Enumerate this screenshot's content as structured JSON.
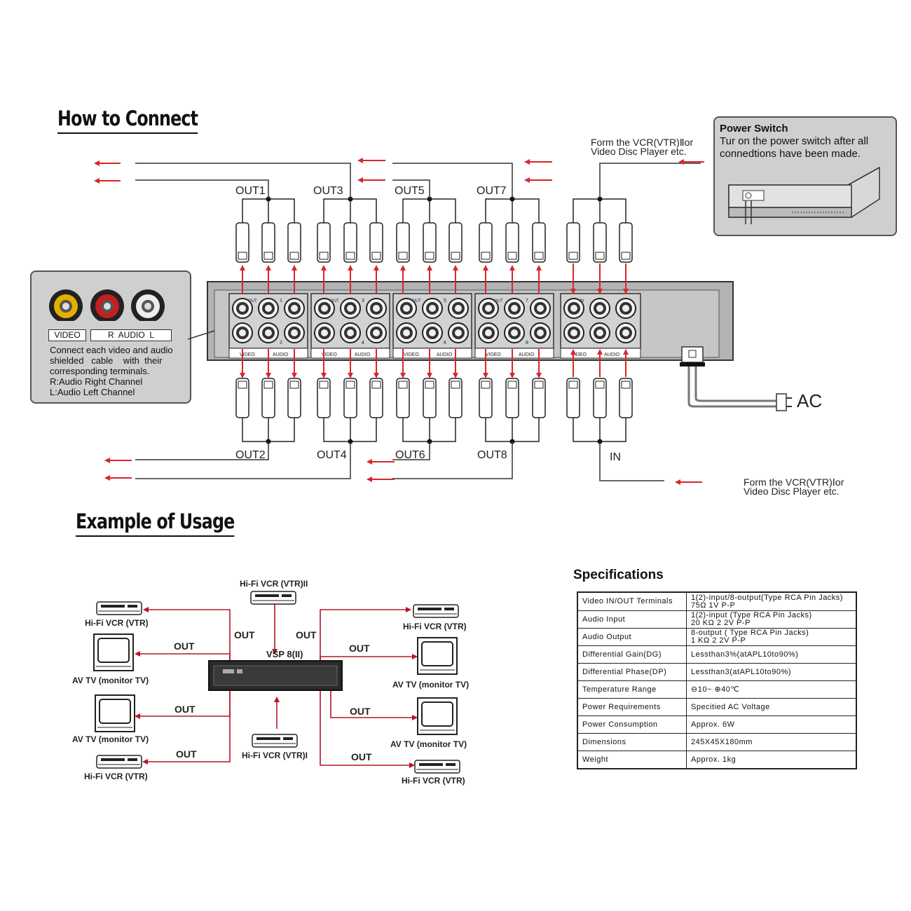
{
  "how_to_connect": {
    "title": "How to Connect",
    "outputs_top": [
      "OUT1",
      "OUT3",
      "OUT5",
      "OUT7"
    ],
    "outputs_bottom": [
      "OUT2",
      "OUT4",
      "OUT6",
      "OUT8"
    ],
    "input_label": "IN",
    "source_note_top": [
      "Form the VCR(VTR)Ⅱor",
      "Video Disc Player etc."
    ],
    "source_note_bottom": [
      "Form the VCR(VTR)Ⅰor",
      "Video Disc Player etc."
    ],
    "ac_label": "AC",
    "panel_labels": {
      "out": "OUT",
      "in": "IN",
      "video": "VIDEO",
      "audio": "AUDIO",
      "numbers": [
        "1",
        "2",
        "3",
        "4",
        "5",
        "6",
        "7",
        "8"
      ]
    },
    "terminal_callout": {
      "video_label": "VIDEO",
      "audio_label": "R  AUDIO  L",
      "lines": [
        "Connect each video and audio",
        "shielded   cable    with  their",
        "corresponding terminals.",
        "R:Audio Right Channel",
        "L:Audio Left Channel"
      ]
    },
    "power_callout": {
      "title": "Power Switch",
      "lines": [
        "Tur on the power switch after all",
        "connedtions have been made."
      ]
    }
  },
  "example_of_usage": {
    "title": "Example of Usage",
    "center_unit": "VSP 8(II)",
    "top_source": "Hi-Fi VCR (VTR)II",
    "bottom_source": "Hi-Fi VCR (VTR)I",
    "out_label": "OUT",
    "left_devices": [
      "Hi-Fi VCR (VTR)",
      "AV TV (monitor TV)",
      "AV TV (monitor TV)",
      "Hi-Fi VCR (VTR)"
    ],
    "right_devices": [
      "Hi-Fi VCR (VTR)",
      "AV TV (monitor TV)",
      "AV TV (monitor TV)",
      "Hi-Fi VCR (VTR)"
    ]
  },
  "specifications": {
    "title": "Specifications",
    "rows": [
      {
        "key": "Video IN/OUT Terminals",
        "value": "1(2)-input/8-output(Type RCA Pin Jacks)\n75Ω   1V P-P"
      },
      {
        "key": "Audio  Input",
        "value": "1(2)-input  (Type   RCA  Pin Jacks)\n20  KΩ  2  2V  P-P"
      },
      {
        "key": "Audio  Output",
        "value": "8-output ( Type   RCA  Pin  Jacks)\n1  KΩ   2  2V  P-P"
      },
      {
        "key": "Differential Gain(DG)",
        "value": "Lessthan3%(atAPL10to90%)"
      },
      {
        "key": "Differential Phase(DP)",
        "value": "Lessthan3(atAPL10to90%)"
      },
      {
        "key": "Temperature Range",
        "value": "⊖10~ ⊕40℃"
      },
      {
        "key": "Power Requirements",
        "value": "Specitied AC Voltage"
      },
      {
        "key": "Power Consumption",
        "value": "Approx. 6W"
      },
      {
        "key": "Dimensions",
        "value": "245X45X180mm"
      },
      {
        "key": "Weight",
        "value": "Approx.  1kg"
      }
    ]
  },
  "colors": {
    "arrow": "#d8262a",
    "panel": "#bdbdbd",
    "callout": "#cfcfcf"
  }
}
